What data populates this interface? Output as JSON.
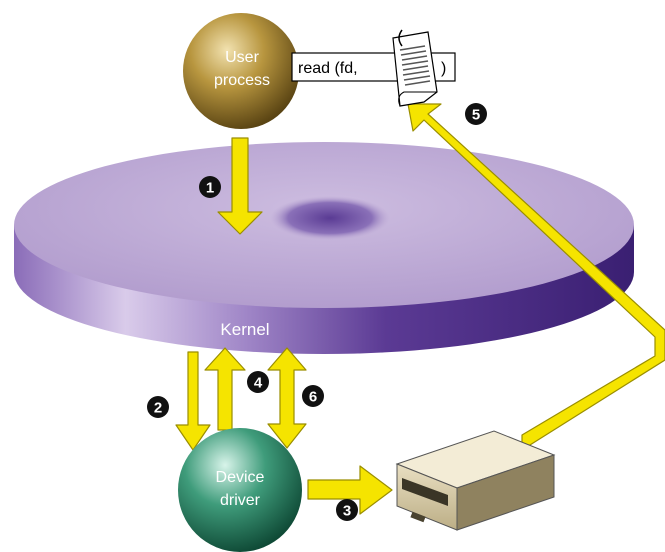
{
  "nodes": {
    "user_process": {
      "line1": "User",
      "line2": "process"
    },
    "kernel": {
      "label": "Kernel"
    },
    "device_driver": {
      "line1": "Device",
      "line2": "driver"
    }
  },
  "call": {
    "text_open": "read (fd,",
    "text_close": ")"
  },
  "steps": [
    "1",
    "2",
    "3",
    "4",
    "5",
    "6"
  ],
  "colors": {
    "arrow": "#f5e400",
    "arrow_stroke": "#9a8e00",
    "kernel_top": "#b9a5d2",
    "kernel_side": "#4c2c86",
    "user_sphere": "#9a7a32",
    "driver_sphere": "#237a5c",
    "badge": "#111111"
  },
  "icons": [
    "document-icon",
    "disk-drive-icon"
  ]
}
